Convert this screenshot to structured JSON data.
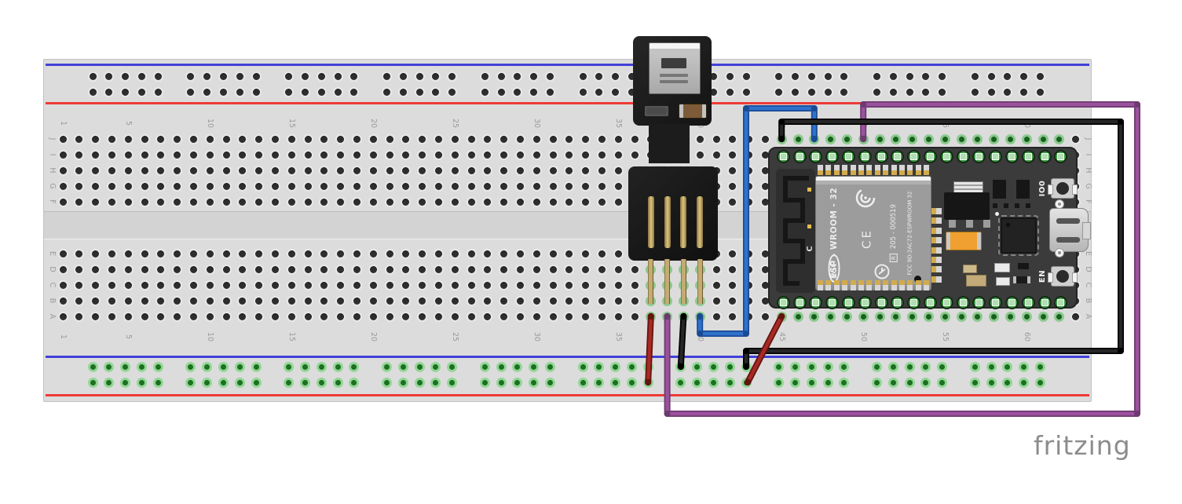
{
  "watermark": {
    "label": "fritzing"
  },
  "breadboard": {
    "row_labels_top": [
      "J",
      "I",
      "H",
      "G",
      "F"
    ],
    "row_labels_bottom": [
      "E",
      "D",
      "C",
      "B",
      "A"
    ],
    "column_numbers": [
      1,
      5,
      10,
      15,
      20,
      25,
      30,
      35,
      40,
      45,
      50,
      55,
      60
    ],
    "colors": {
      "body": "#dcdcdc",
      "channel": "#d3d3d3",
      "rail_blue_line": "#4141d8",
      "rail_red_line": "#ee3a34",
      "hole": "#2e2e2e",
      "connected_ring_green": "#8cc98e",
      "connected_center_green": "#17611c"
    }
  },
  "components": {
    "usb_sensor": {
      "name": "USB plug temperature/humidity sensor module",
      "pins": 4,
      "pin_columns": [
        37,
        38,
        39,
        40
      ]
    },
    "esp32": {
      "name": "ESP32 development board",
      "pins_per_row": 18,
      "shield": {
        "module_label": "ESP - WROOM - 32",
        "wifi_logo": "WIFI",
        "ce_mark": "CE",
        "reg_mark": "R",
        "serial": "205 - 000519",
        "fcc": "FCC 9D:2AC72-ESPWROOM 32"
      },
      "silkscreen_c": "C",
      "buttons": [
        {
          "label": "IO0"
        },
        {
          "label": "EN"
        }
      ]
    }
  },
  "wire_colors": {
    "red": {
      "core": "#a62a24",
      "outline": "#641410"
    },
    "black": {
      "core": "#262626",
      "outline": "#000000"
    },
    "blue": {
      "core": "#2e72cc",
      "outline": "#1b4a94"
    },
    "purple": {
      "core": "#9b529d",
      "outline": "#6d3a70"
    }
  },
  "wires": [
    {
      "id": "sensor-power-red",
      "color_name": "red",
      "from": "sensor pin 1 (column 37, row A)",
      "to": "bottom power rail (red, +)",
      "points": [
        [
          828.8,
          403
        ],
        [
          825.2,
          487
        ]
      ]
    },
    {
      "id": "sensor-ground-black",
      "color_name": "black",
      "from": "sensor pin 3 (column 39, row A)",
      "to": "bottom power rail (blue, -)",
      "points": [
        [
          870.4,
          403
        ],
        [
          866.8,
          467
        ]
      ]
    },
    {
      "id": "sensor-signal-purple",
      "color_name": "purple",
      "from": "sensor pin 2 (column 38, row A)",
      "to": "ESP32 top header pin 6 (row J)",
      "points": [
        [
          849.6,
          403
        ],
        [
          849.6,
          527
        ],
        [
          1448,
          527
        ],
        [
          1448,
          133
        ],
        [
          1099.2,
          133
        ],
        [
          1099.2,
          177
        ]
      ]
    },
    {
      "id": "sensor-signal-blue",
      "color_name": "blue",
      "from": "sensor pin 4 (column 40, row A)",
      "to": "ESP32 top header pin 3 (row J)",
      "points": [
        [
          891.2,
          403
        ],
        [
          891.2,
          425
        ],
        [
          950,
          425
        ],
        [
          950,
          138
        ],
        [
          1036.8,
          138
        ],
        [
          1036.8,
          177
        ]
      ]
    },
    {
      "id": "esp32-ground-black",
      "color_name": "black",
      "from": "ESP32 top header pin 1 (row J)",
      "to": "bottom power rail (blue, -)",
      "points": [
        [
          995.2,
          177
        ],
        [
          995.2,
          155
        ],
        [
          1427,
          155
        ],
        [
          1427,
          447
        ],
        [
          950,
          447
        ],
        [
          950,
          467
        ]
      ]
    },
    {
      "id": "esp32-power-red",
      "color_name": "red",
      "from": "ESP32 bottom header pin 1 (row A)",
      "to": "bottom power rail (red, +)",
      "points": [
        [
          995.2,
          403
        ],
        [
          952,
          487
        ]
      ]
    }
  ]
}
